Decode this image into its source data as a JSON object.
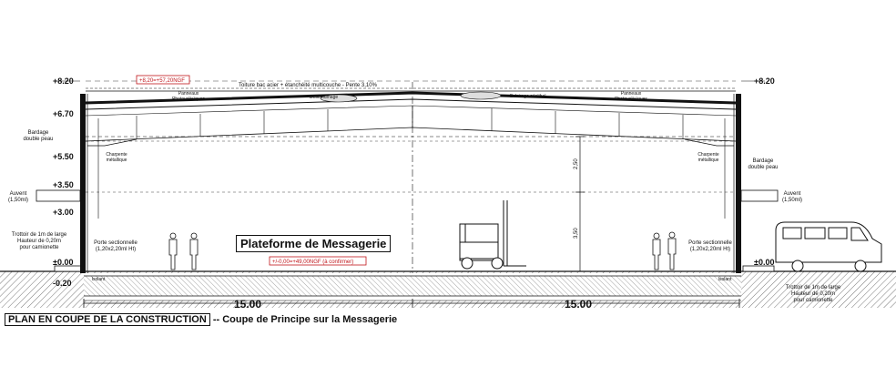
{
  "levels": {
    "top_left": "+8.20",
    "top_right": "+8.20",
    "eave_left": "+6.70",
    "bracing_left": "Bardage\ndouble peau",
    "bracing_right": "Bardage\ndouble peau",
    "l550": "+5.50",
    "l350": "+3.50",
    "l300": "+3.00",
    "l000_left": "±0.00",
    "l000_right": "±0.00",
    "l020": "-0.20"
  },
  "labels": {
    "roof_ngf": "+8,20=+57,20NGF",
    "roof_note": "Toiture bac acier + étanchéité multicouche - Pente 3,10%",
    "pv_left": "Panneaux\nPhotovoltaïques",
    "pv_right": "Panneaux\nPhotovoltaïques",
    "desenfumage": "Désenfumage",
    "eclairage": "Eclairage zénithal",
    "charpente_left": "Charpente\nmétallique",
    "charpente_right": "Charpente\nmétallique",
    "auvent_left": "Auvent\n(1,50ml)",
    "auvent_right": "Auvent\n(1,50ml)",
    "trottoir_left": "Trottoir de 1m de large\nHauteur de 0,20m\npour camionette",
    "trottoir_right": "Trottoir de 1m de large\nHauteur de 0,20m\npour camionette",
    "porte_left": "Porte sectionnelle\n(1,20x2,20ml Ht)",
    "porte_right": "Porte sectionnelle\n(1,20x2,20ml Ht)",
    "floor_ngf": "+/-0,00=+49,00NGF (à confirmer)",
    "isolant_left": "Isolant",
    "isolant_right": "Isolant",
    "dim_250": "2,50",
    "dim_350": "3,50",
    "span_left": "15.00",
    "span_right": "15.00",
    "platform": "Plateforme de Messagerie"
  },
  "title": {
    "boxed": "PLAN EN COUPE DE LA CONSTRUCTION",
    "rest": " -- Coupe de Principe sur la Messagerie"
  },
  "colors": {
    "line": "#111111",
    "annotation_red": "#c0161b",
    "hatch": "#555555"
  }
}
